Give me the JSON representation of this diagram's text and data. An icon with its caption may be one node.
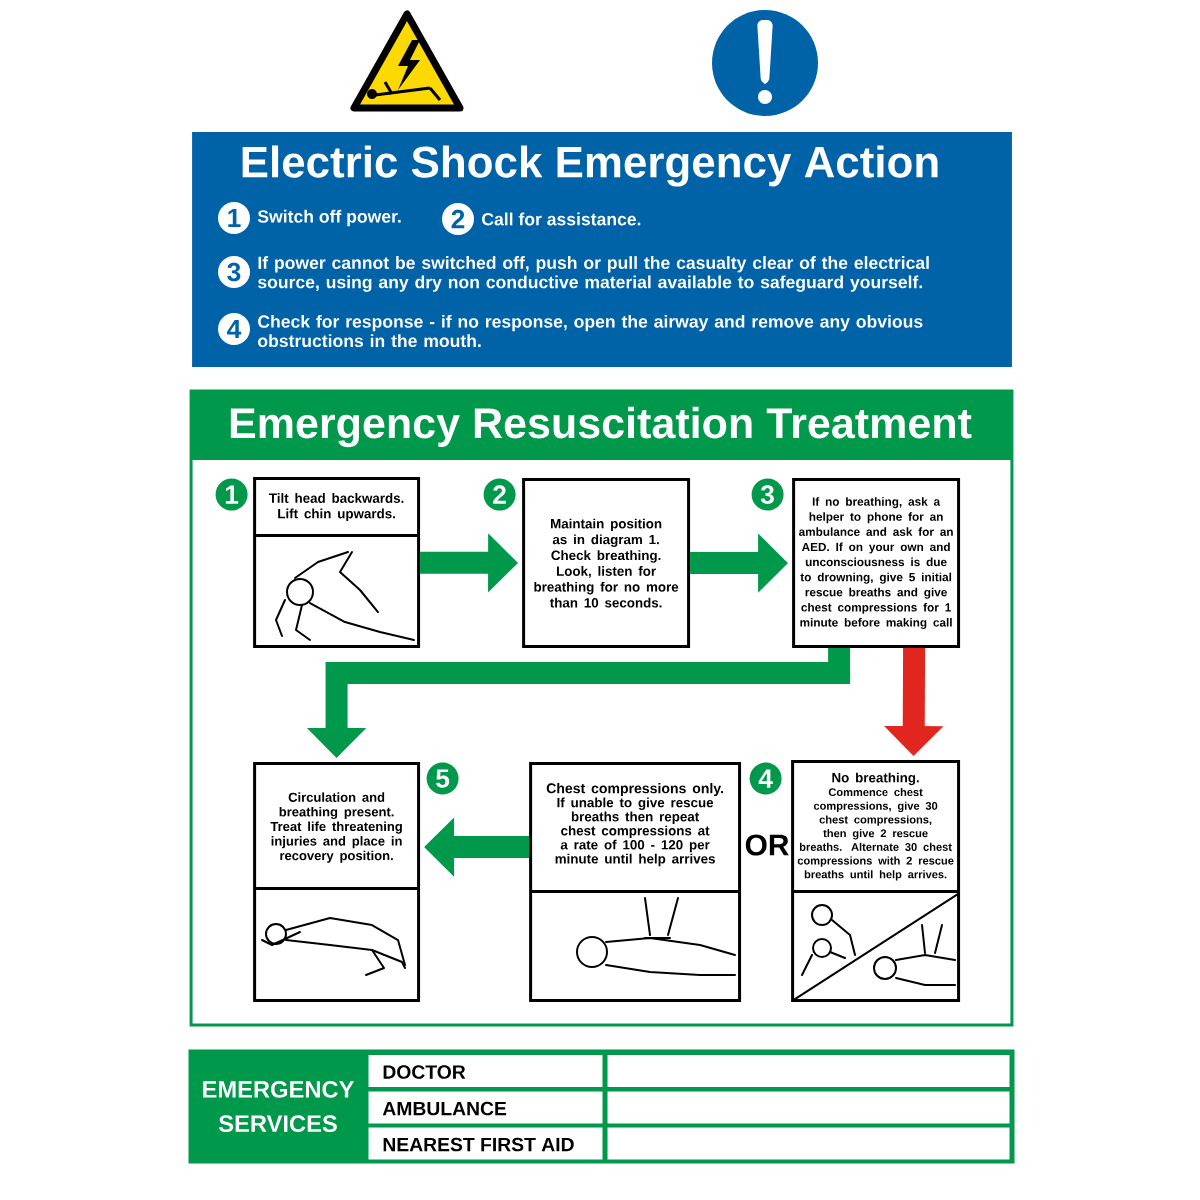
{
  "diagram": {
    "nodes": [
      {
        "text": [
          "Electric Shock Emergency Action"
        ]
      },
      {
        "text": [
          "Emergency Resuscitation Treatment"
        ]
      },
      {
        "text": [
          "Tilt head backwards. Lift chin upwards."
        ],
        "beside": [
          "1"
        ],
        "in": 1
      },
      {
        "text": [
          "Maintain position as in diagram 1. Check breathing. Look, listen for breathing for no more than 10 seconds."
        ],
        "beside": [
          "2"
        ],
        "in": 1
      },
      {
        "text": [
          "If no breathing, ask a helper to phone for an ambulance and ask for an AED. If on your own and unconsciousness is due to drowning, give 5 initial rescue breaths and give chest compressions for 1 minute before making call"
        ],
        "beside": [
          "3"
        ],
        "in": 1
      },
      {
        "text": [
          "Circulation and breathing present. Treat life threatening injuries and place in recovery position."
        ],
        "beside": [
          "5"
        ],
        "in": 1
      },
      {
        "text": [
          "Chest compressions only.",
          "If unable to give rescue breaths then repeat chest compressions at a rate of 100 - 120 per minute until help arrives"
        ],
        "in": 1
      },
      {
        "text": [
          "No breathing.",
          "Commence chest compressions, give 30 chest compressions, then give 2 rescue breaths. Alternate 30 chest compressions with 2 rescue breaths until help arrives."
        ],
        "beside": [
          "4"
        ],
        "in": 1
      },
      {
        "text": [
          "EMERGENCY SERVICES"
        ]
      }
    ],
    "edges": [
      {
        "from": 2,
        "to": 3,
        "arrow": "to"
      },
      {
        "from": 3,
        "to": 4,
        "arrow": "to"
      },
      {
        "from": 4,
        "to": 5,
        "arrow": "to"
      },
      {
        "from": 4,
        "to": 7,
        "arrow": "to",
        "color": "#e0261f"
      },
      {
        "from": 6,
        "to": 5,
        "arrow": "to"
      }
    ],
    "labels": [
      "1",
      "Switch off power.",
      "2",
      "Call for assistance.",
      "3",
      "If power cannot be switched off, push or pull the casualty clear of the electrical source, using any dry non conductive material available to safeguard yourself.",
      "4",
      "Check for response - if no response, open the airway and remove any obvious obstructions in the mouth.",
      "OR",
      "DOCTOR",
      "AMBULANCE",
      "NEAREST FIRST AID"
    ]
  }
}
